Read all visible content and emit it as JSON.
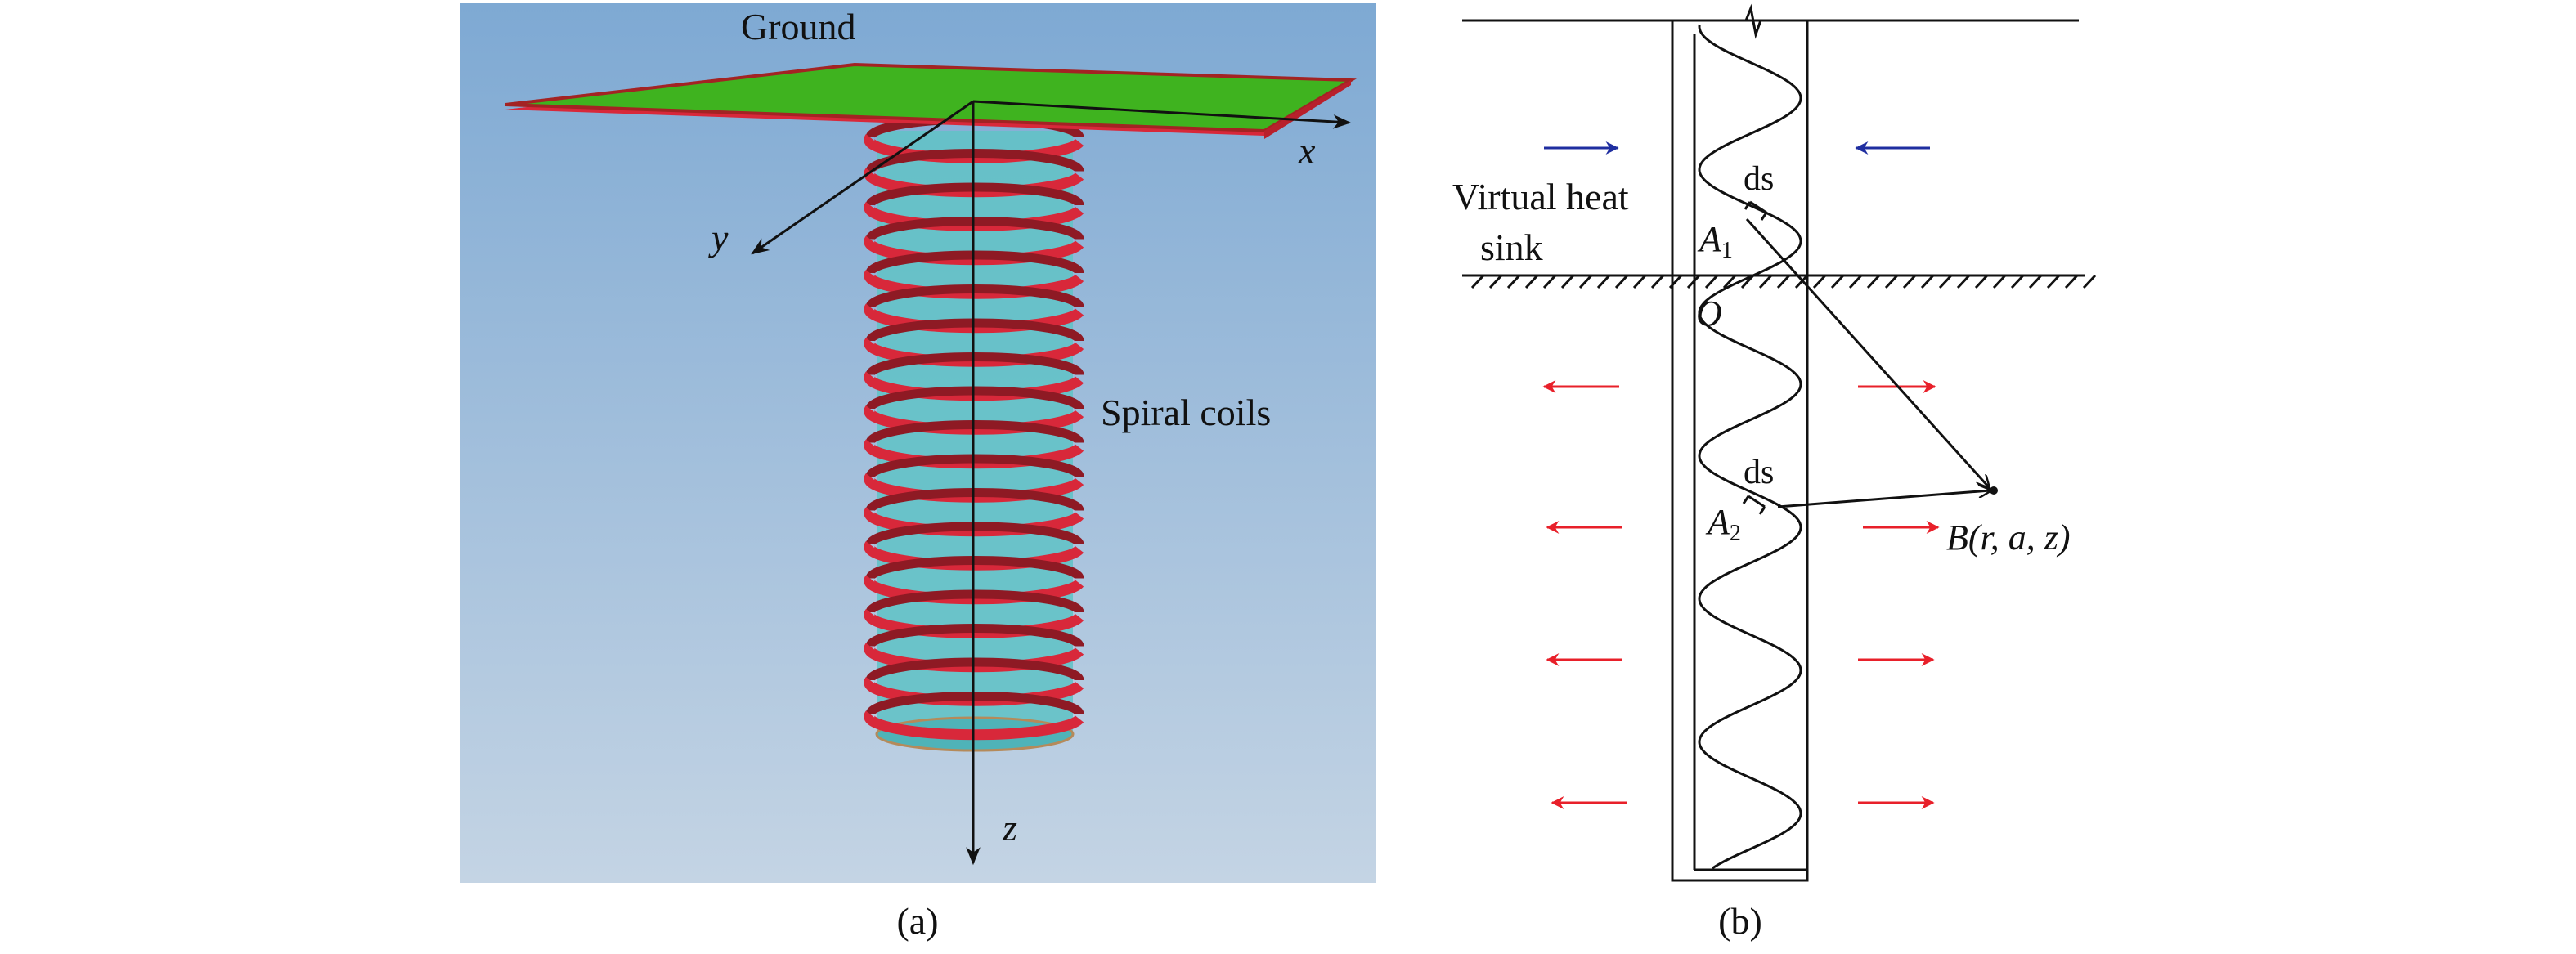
{
  "panel_a": {
    "ground_label": "Ground",
    "coil_label": "Spiral coils",
    "axis_x": "x",
    "axis_y": "y",
    "axis_z": "z",
    "caption": "(a)"
  },
  "panel_b": {
    "virtual_line1": "Virtual heat",
    "virtual_line2": "sink",
    "ds_top": "ds",
    "ds_bottom": "ds",
    "a1": "A",
    "a1_sub": "1",
    "a2": "A",
    "a2_sub": "2",
    "origin": "O",
    "point_b": "B(r, a, z)",
    "caption": "(b)"
  },
  "colors": {
    "ground_green": "#3fb31f",
    "coil_red": "#d8283a",
    "cylinder_cyan": "#63c2c6",
    "sky_top": "#7ea9d3",
    "sky_bottom": "#c3d3e3",
    "arrow_blue": "#1f2ea0",
    "arrow_red": "#e8202a"
  }
}
